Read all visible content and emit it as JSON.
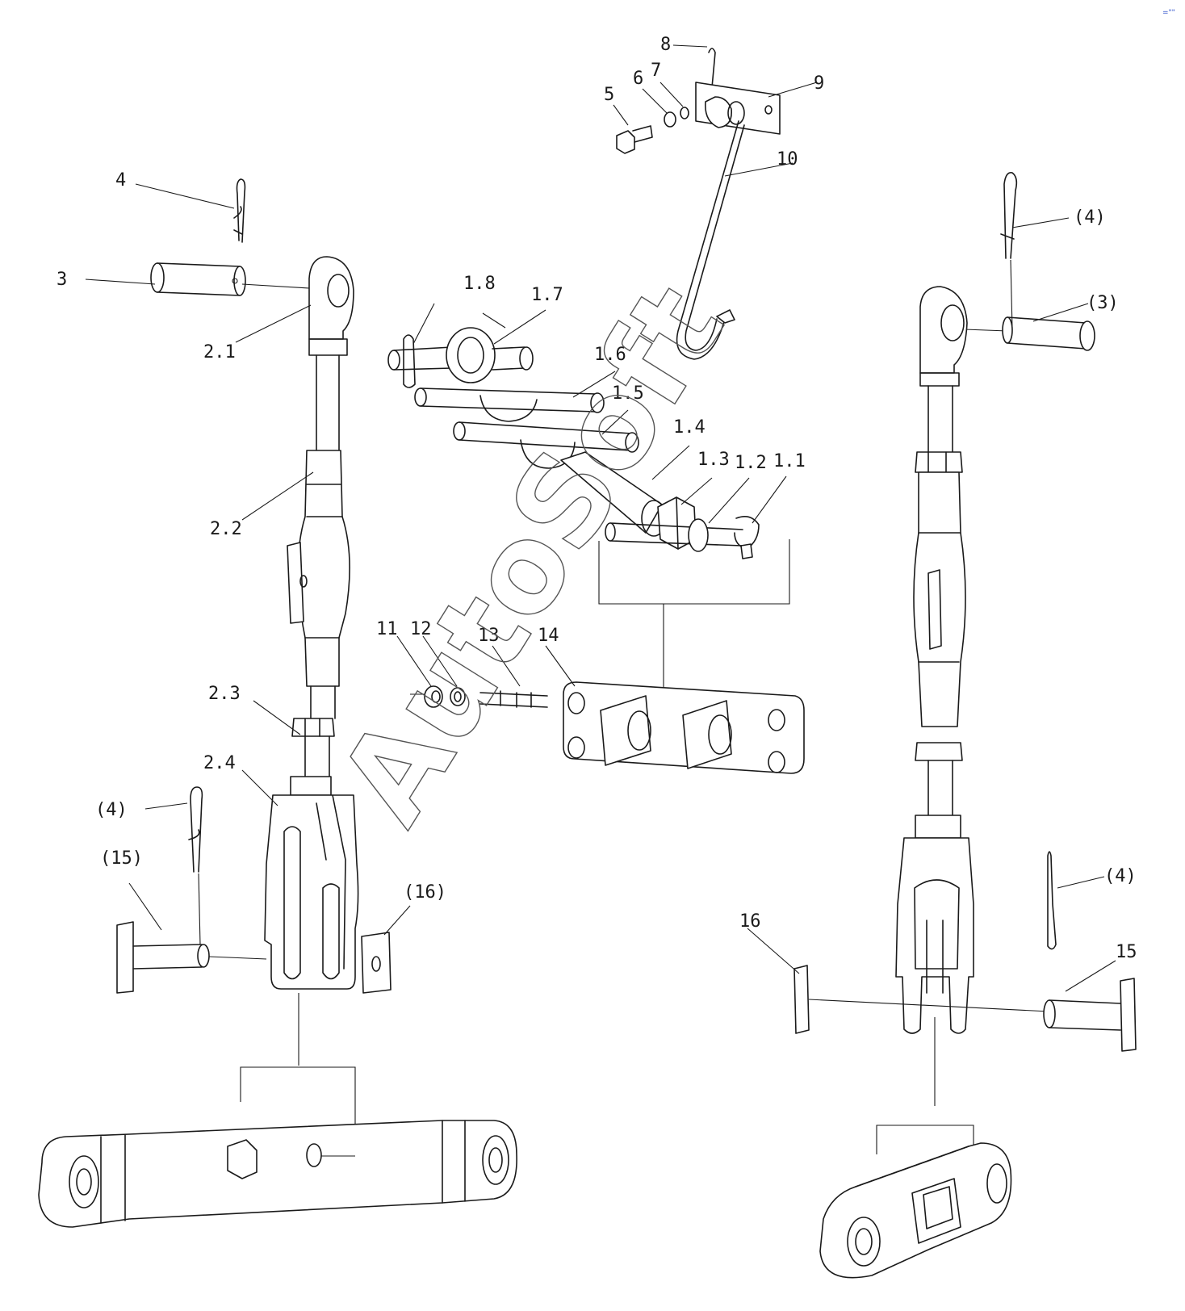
{
  "watermark": {
    "text": "AutoSoft",
    "corner_mark": "=\"\""
  },
  "callouts": {
    "c1_1": "1.1",
    "c1_2": "1.2",
    "c1_3": "1.3",
    "c1_4": "1.4",
    "c1_5": "1.5",
    "c1_6": "1.6",
    "c1_7": "1.7",
    "c1_8": "1.8",
    "c2_1": "2.1",
    "c2_2": "2.2",
    "c2_3": "2.3",
    "c2_4": "2.4",
    "c3": "3",
    "c3p": "(3)",
    "c4": "4",
    "c4p_a": "(4)",
    "c4p_b": "(4)",
    "c4p_c": "(4)",
    "c5": "5",
    "c6": "6",
    "c7": "7",
    "c8": "8",
    "c9": "9",
    "c10": "10",
    "c11": "11",
    "c12": "12",
    "c13": "13",
    "c14": "14",
    "c15": "15",
    "c15p": "(15)",
    "c16": "16",
    "c16p": "(16)"
  }
}
